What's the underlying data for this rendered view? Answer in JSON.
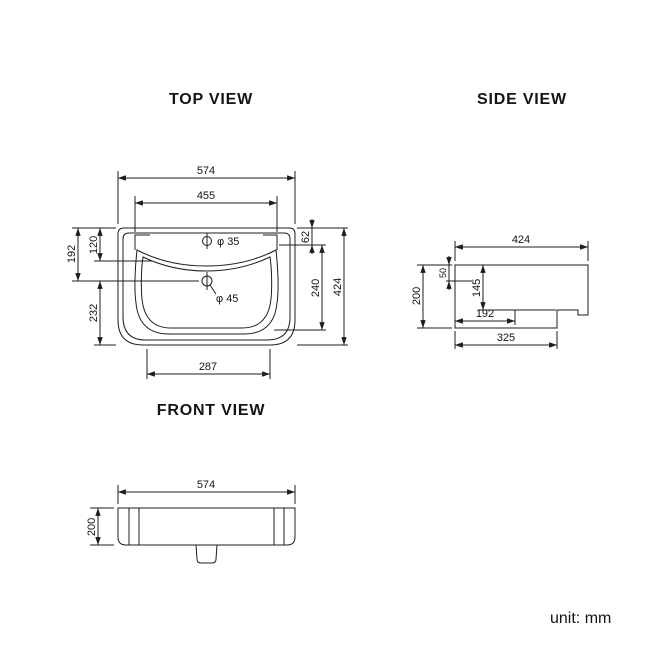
{
  "unit_label": "unit: mm",
  "views": {
    "top": {
      "title": "TOP VIEW",
      "width": "574",
      "inner_width": "455",
      "left_depth": "192",
      "deck_depth": "120",
      "bowl_depth": "232",
      "right_top": "62",
      "right_mid": "240",
      "depth": "424",
      "bottom_width": "287",
      "faucet_hole": "φ 35",
      "drain_hole": "φ 45"
    },
    "side": {
      "title": "SIDE VIEW",
      "depth": "424",
      "height": "200",
      "rim": "50",
      "back_height": "145",
      "bottom_front": "192",
      "bottom_depth": "325"
    },
    "front": {
      "title": "FRONT VIEW",
      "width": "574",
      "height": "200"
    }
  }
}
